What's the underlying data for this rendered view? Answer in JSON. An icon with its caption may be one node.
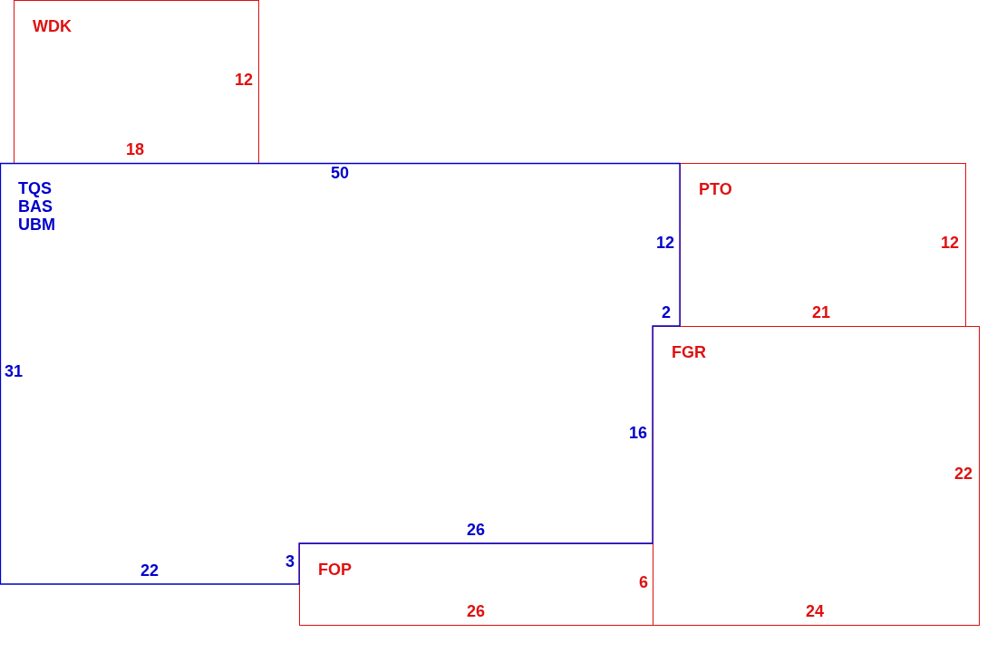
{
  "diagram": {
    "nodes": [
      {
        "text": [
          "WDK"
        ]
      },
      {
        "text": [
          "TQS BAS UBM"
        ]
      },
      {
        "text": [
          "PTO"
        ]
      },
      {
        "text": [
          "FGR"
        ]
      },
      {
        "text": [
          "FOP"
        ]
      }
    ],
    "labels": [
      "12",
      "18",
      "50",
      "12",
      "12",
      "2",
      "21",
      "31",
      "16",
      "22",
      "26",
      "3",
      "22",
      "6",
      "26",
      "24"
    ]
  }
}
